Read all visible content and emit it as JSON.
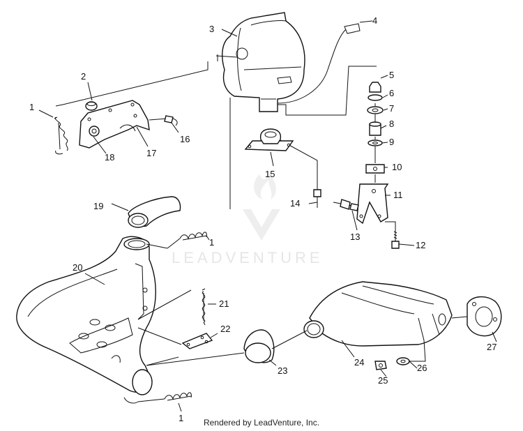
{
  "diagram": {
    "callouts": [
      "1",
      "2",
      "3",
      "4",
      "5",
      "6",
      "7",
      "8",
      "9",
      "10",
      "11",
      "12",
      "13",
      "14",
      "15",
      "16",
      "17",
      "18",
      "19",
      "20",
      "21",
      "22",
      "23",
      "24",
      "25",
      "26",
      "27",
      "1",
      "1"
    ],
    "watermark": "LEADVENTURE",
    "footer": "Rendered by LeadVenture, Inc."
  }
}
